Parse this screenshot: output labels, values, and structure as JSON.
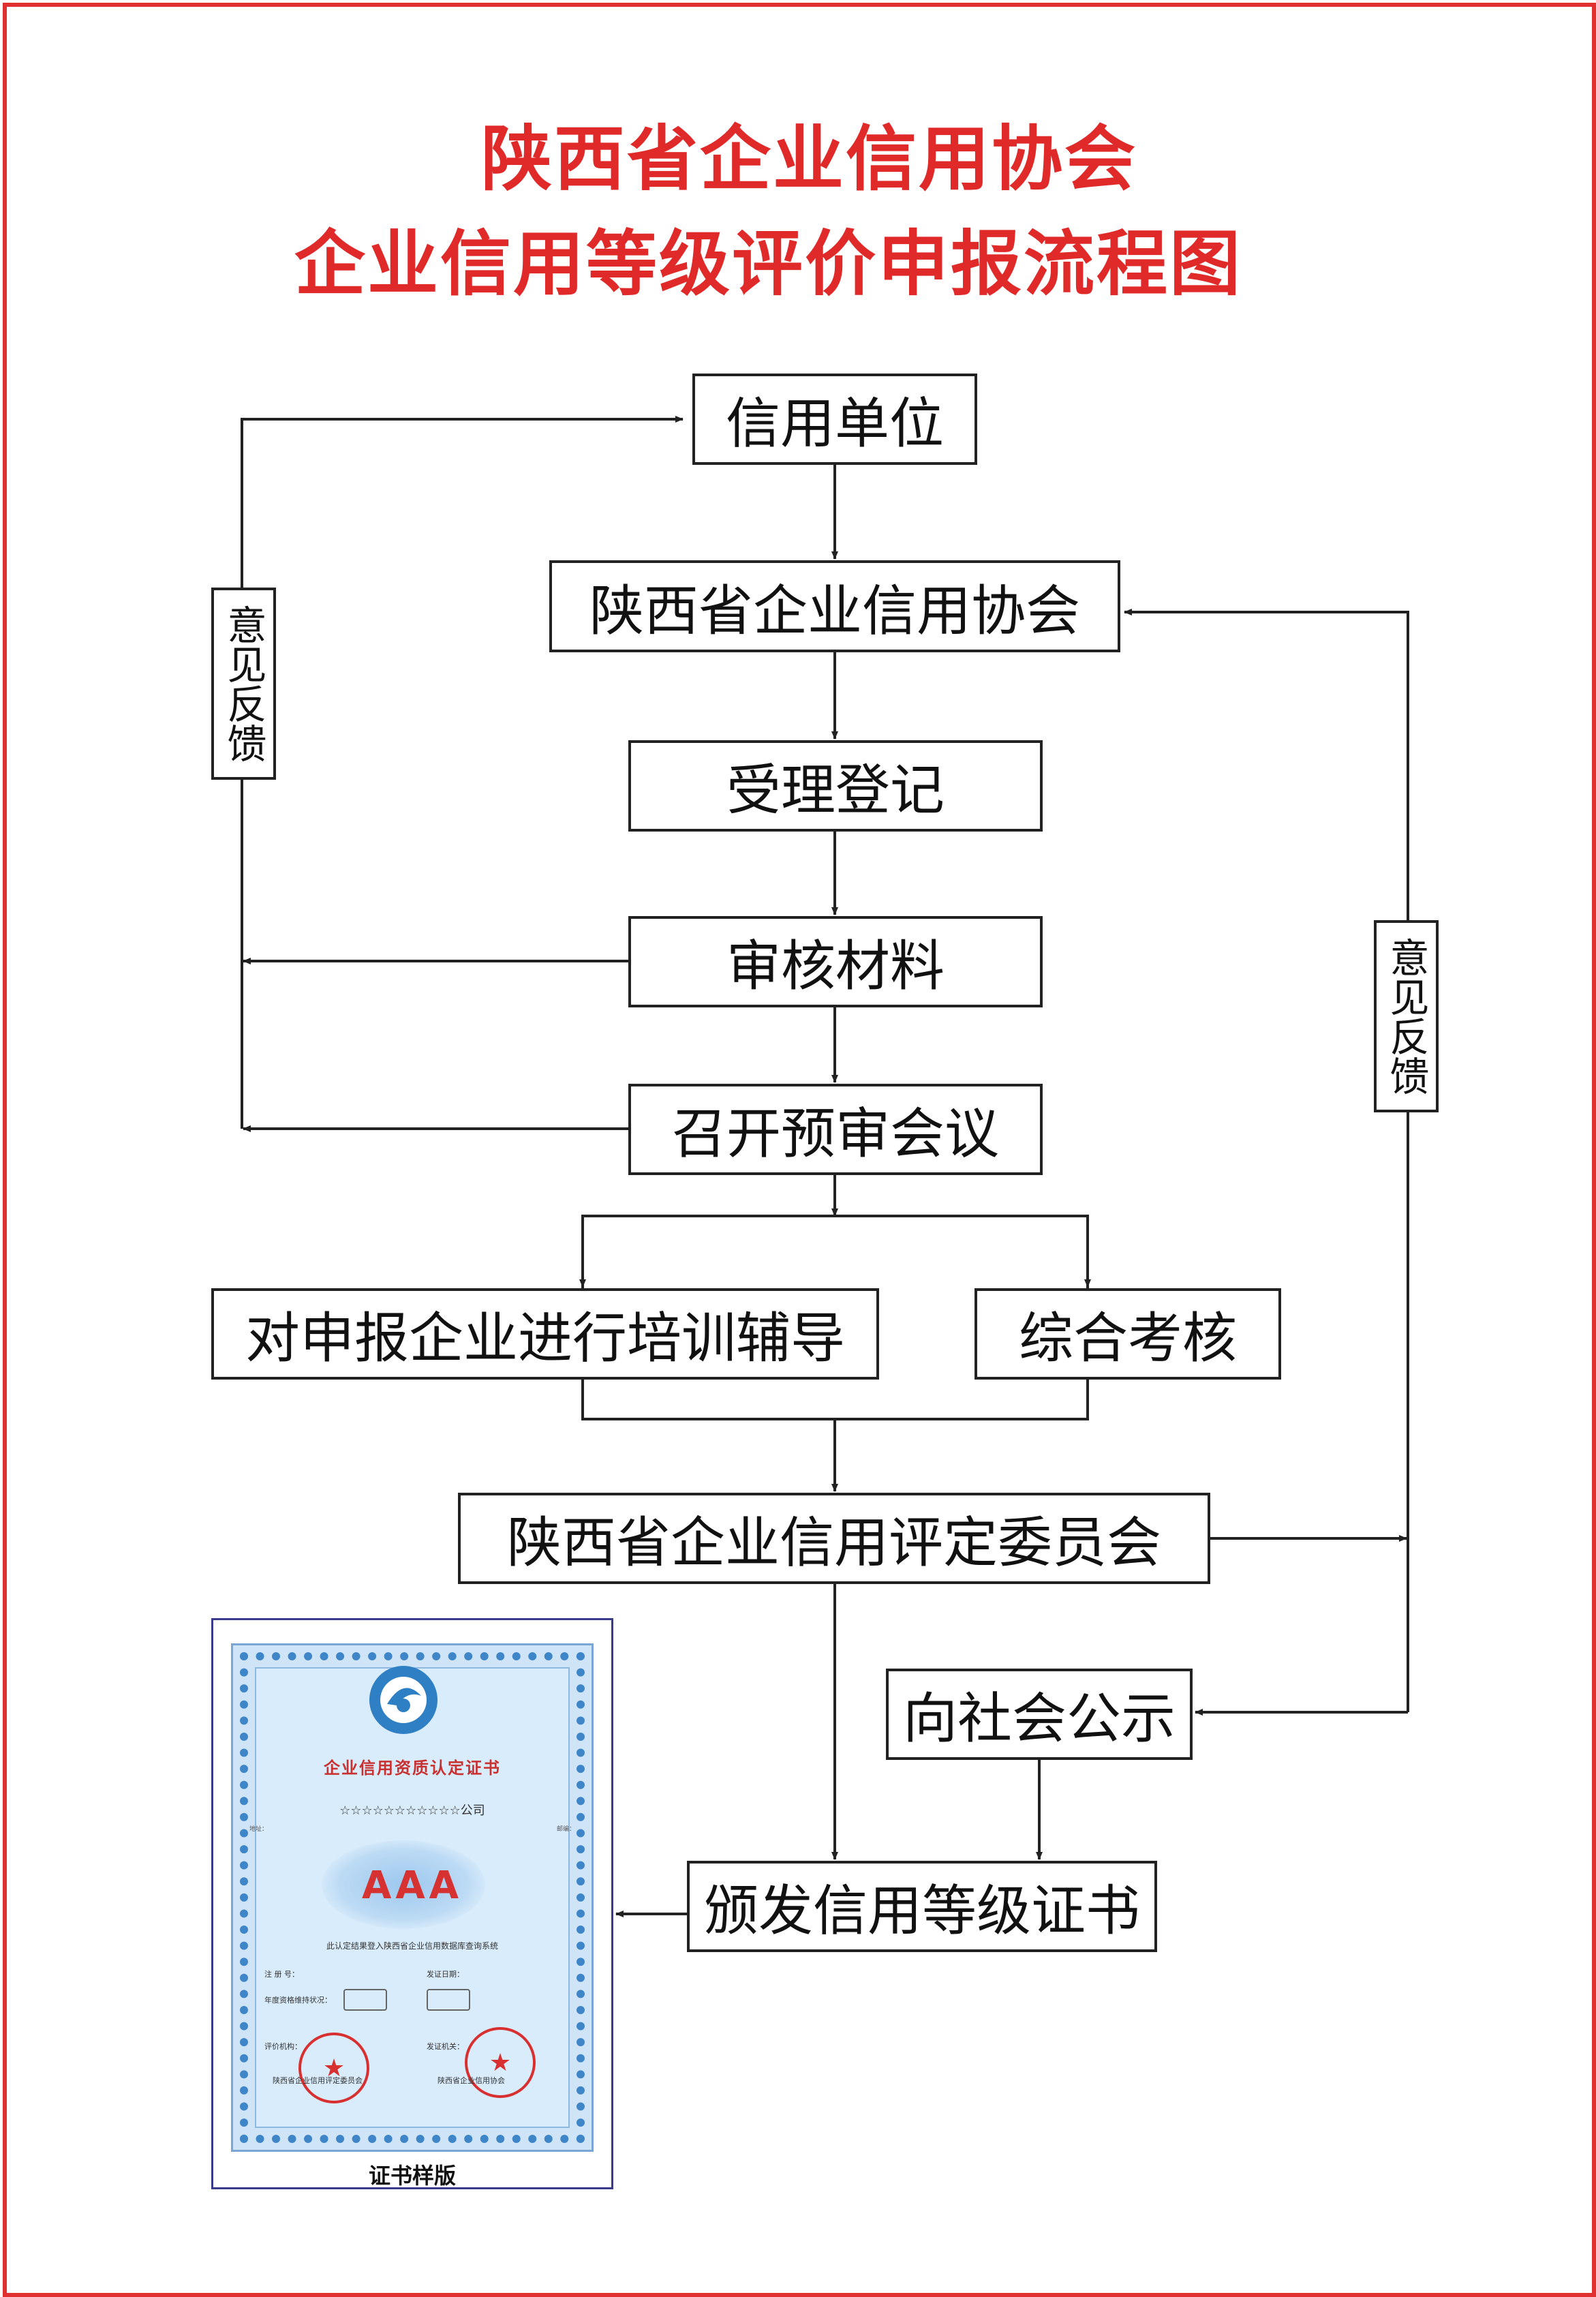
{
  "title": {
    "line1": "陕西省企业信用协会",
    "line2": "企业信用等级评价申报流程图"
  },
  "nodes": {
    "credit_unit": "信用单位",
    "association": "陕西省企业信用协会",
    "register": "受理登记",
    "review": "审核材料",
    "pre_meeting": "召开预审会议",
    "training": "对申报企业进行培训辅导",
    "assessment": "综合考核",
    "committee": "陕西省企业信用评定委员会",
    "publicity": "向社会公示",
    "issue": "颁发信用等级证书"
  },
  "feedback": {
    "left": "意见反馈",
    "right": "意见反馈"
  },
  "certificate": {
    "title": "企业信用资质认定证书",
    "company": "☆☆☆☆☆☆☆☆☆☆☆公司",
    "address_label": "地址：",
    "postcode_label": "邮编：",
    "grade": "AAA",
    "note": "此认定结果登入陕西省企业信用数据库查询系统",
    "reg_label": "注 册 号：",
    "issue_date_label": "发证日期：",
    "annual_label": "年度资格维持状况：",
    "evaluator_label": "评价机构：",
    "evaluator_name": "陕西省企业信用评定委员会",
    "issuer_label": "发证机关：",
    "issuer_name": "陕西省企业信用协会",
    "caption": "证书样版"
  },
  "colors": {
    "title_red": "#e02a2a",
    "frame_red": "#e03030",
    "line": "#222222",
    "cert_blue": "#cfe4f7"
  }
}
